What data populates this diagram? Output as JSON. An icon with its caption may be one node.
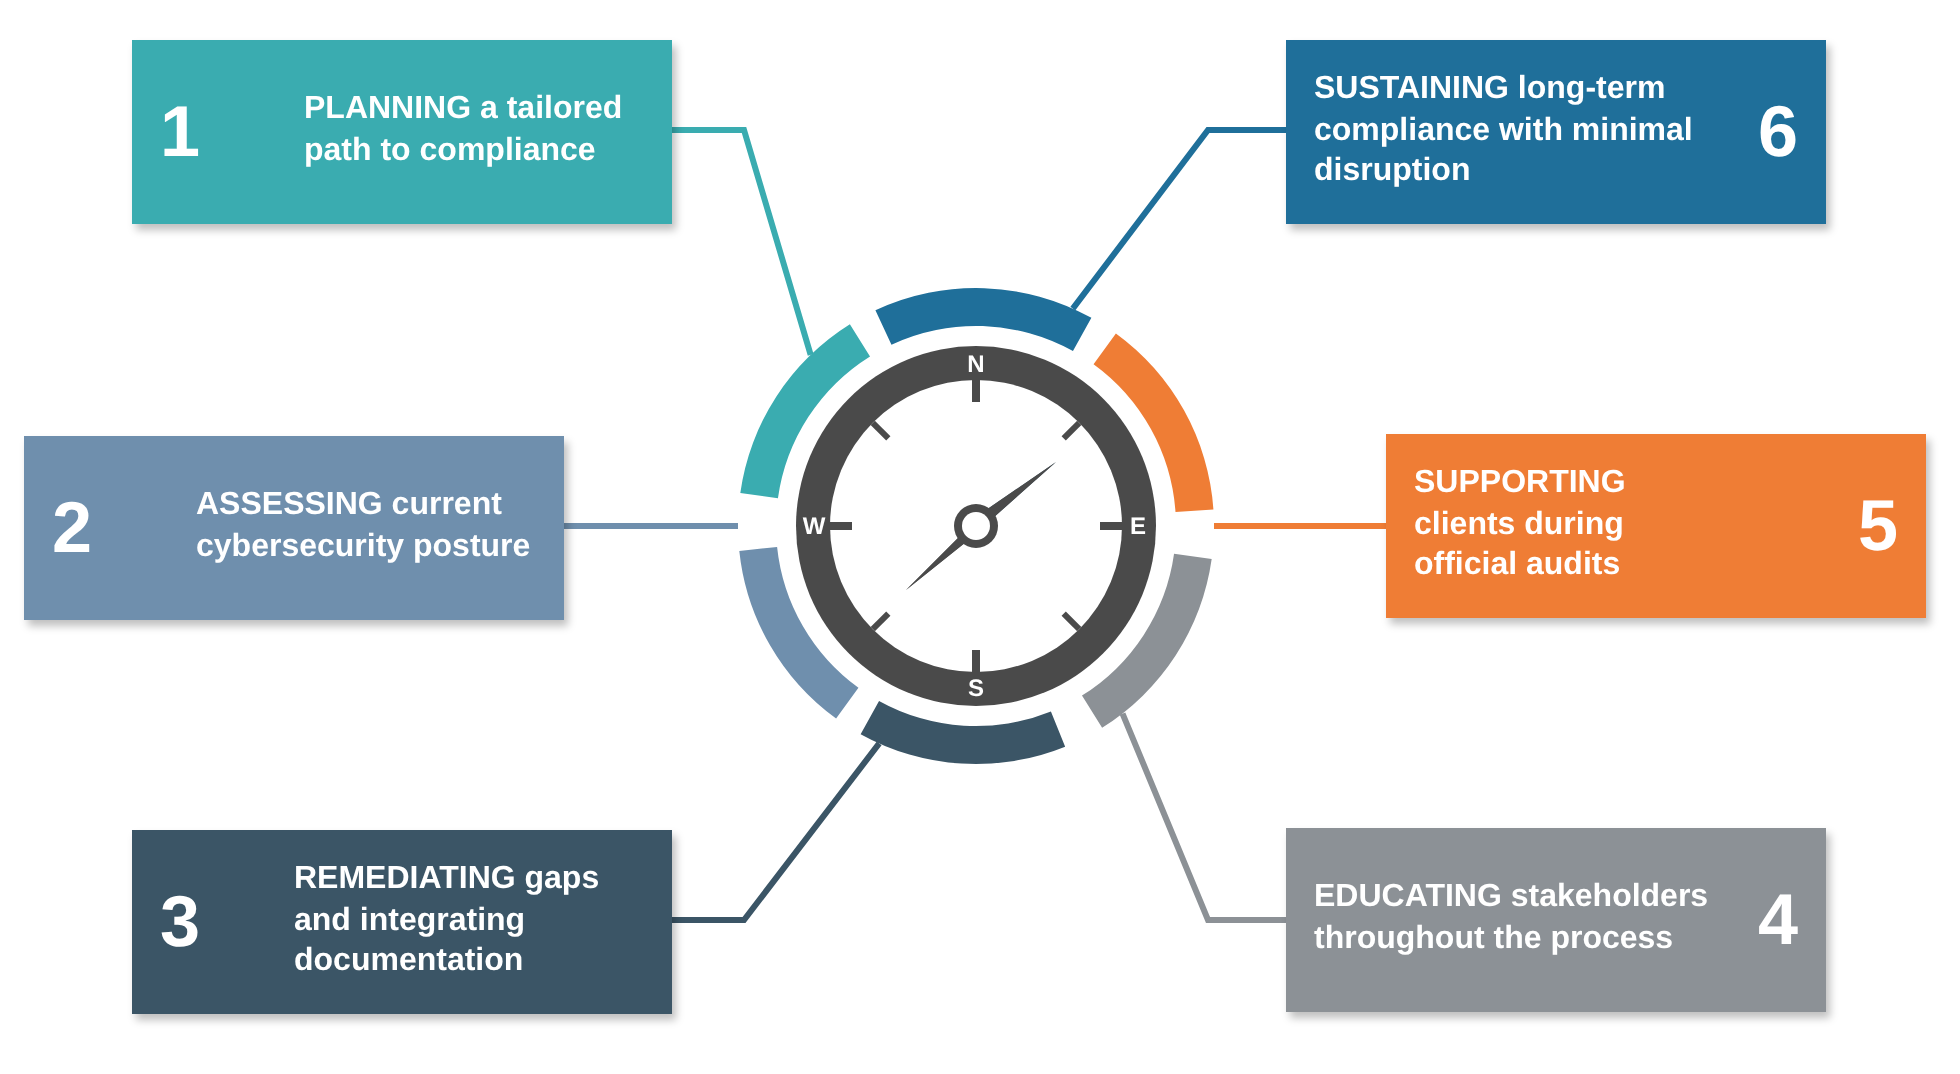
{
  "diagram": {
    "nodes": [
      {
        "text": [
          "1",
          "PLANNING a tailored path to compliance"
        ]
      },
      {
        "text": [
          "2",
          "ASSESSING current cybersecurity posture"
        ]
      },
      {
        "text": [
          "3",
          "REMEDIATING gaps and integrating documentation"
        ]
      },
      {
        "text": [
          "SUSTAINING long-term compliance with minimal disruption",
          "6"
        ]
      },
      {
        "text": [
          "SUPPORTING clients during official audits",
          "5"
        ]
      },
      {
        "text": [
          "EDUCATING stakeholders throughout the process",
          "4"
        ]
      },
      {
        "text": [],
        "shape": "arc"
      },
      {
        "text": [],
        "shape": "arc"
      },
      {
        "text": [],
        "shape": "arc"
      },
      {
        "text": [],
        "shape": "arc"
      },
      {
        "text": [],
        "shape": "arc"
      },
      {
        "text": [],
        "shape": "arc"
      }
    ],
    "edges": [
      {
        "from": 0,
        "to": 6,
        "arrow": "none",
        "color": "#3aacb0"
      },
      {
        "from": 1,
        "to": 7,
        "arrow": "none",
        "color": "#6f8fad"
      },
      {
        "from": 2,
        "to": 8,
        "arrow": "none",
        "color": "#3b5566"
      },
      {
        "from": 3,
        "to": 9,
        "arrow": "none",
        "color": "#1f6f9a"
      },
      {
        "from": 4,
        "to": 10,
        "arrow": "none",
        "color": "#ef7d35"
      },
      {
        "from": 5,
        "to": 11,
        "arrow": "none",
        "color": "#8c9196"
      }
    ],
    "labels": [
      "N",
      "E",
      "S",
      "W"
    ]
  }
}
